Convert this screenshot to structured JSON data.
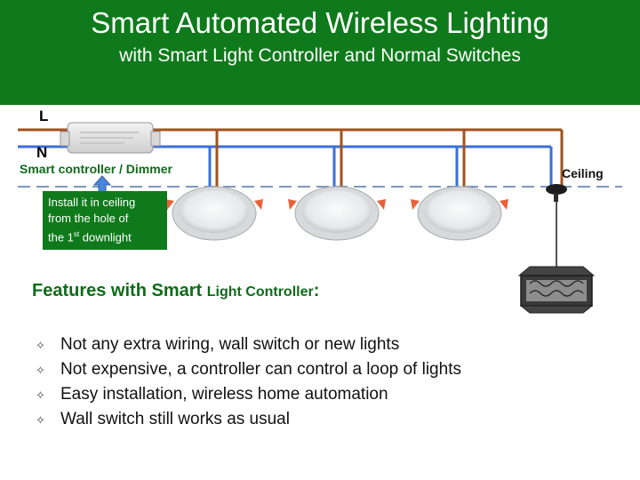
{
  "header": {
    "title": "Smart Automated Wireless Lighting",
    "subtitle": "with Smart Light Controller and Normal Switches"
  },
  "diagram": {
    "label_live": "L",
    "label_neutral": "N",
    "controller_label": "Smart controller / Dimmer",
    "ceiling_label": "Ceiling",
    "install_note": {
      "line1": "Install it in ceiling",
      "line2": "from the hole of",
      "line3_pre": "the 1",
      "line3_sup": "st",
      "line3_post": " downlight"
    },
    "colors": {
      "live_wire": "#a0521e",
      "neutral_wire": "#3a6fd8",
      "ceiling_line": "#7d96bd",
      "header_green": "#0f7a1b",
      "text_green": "#0f6b1a"
    }
  },
  "features": {
    "title_big": "Features with Smart ",
    "title_small": "Light Controller",
    "title_colon": ":",
    "bullet_icon": "diamond-star-icon",
    "bullet_glyph": "✧",
    "items": [
      "Not any extra wiring, wall switch or new lights",
      "Not expensive, a controller can control a loop of lights",
      "Easy installation, wireless home automation",
      "Wall switch still works as usual"
    ]
  }
}
